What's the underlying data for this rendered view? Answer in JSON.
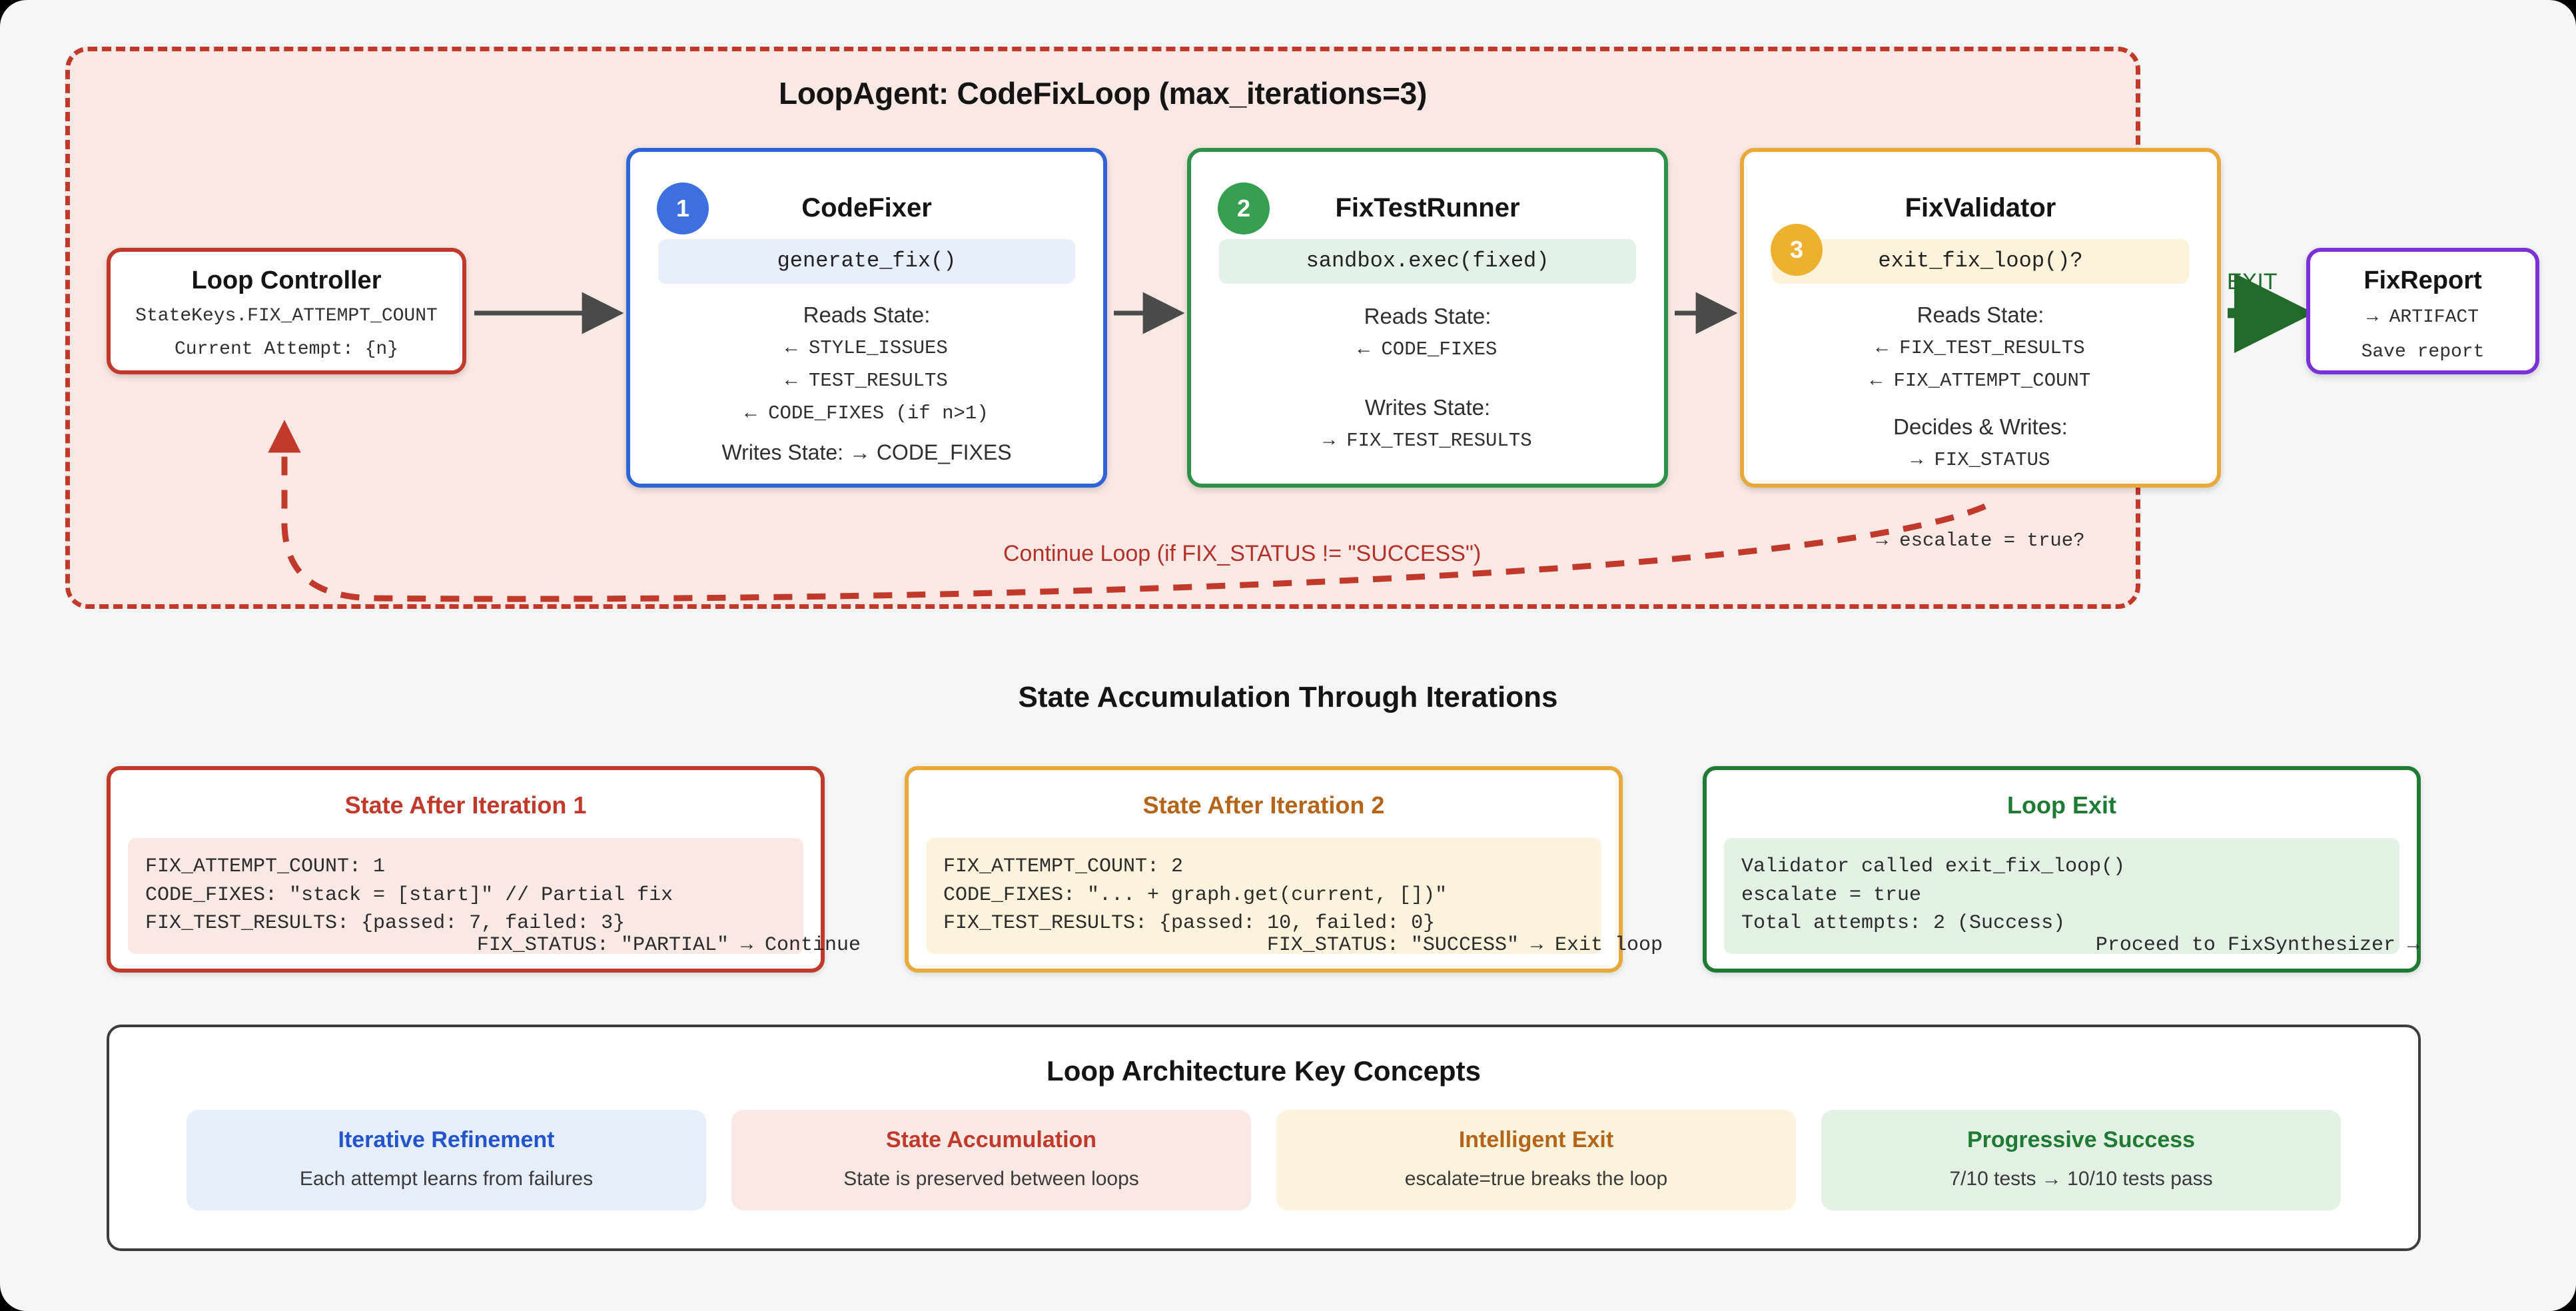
{
  "loop": {
    "title": "LoopAgent: CodeFixLoop (max_iterations=3)",
    "continue_label": "Continue Loop (if FIX_STATUS != \"SUCCESS\")",
    "exit_label": "EXIT"
  },
  "nodes": {
    "controller": {
      "title": "Loop Controller",
      "line1": "StateKeys.FIX_ATTEMPT_COUNT",
      "line2": "Current Attempt: {n}"
    },
    "code_fixer": {
      "badge": "1",
      "title": "CodeFixer",
      "code": "generate_fix()",
      "reads_label": "Reads State:",
      "reads": [
        "← STYLE_ISSUES",
        "← TEST_RESULTS",
        "← CODE_FIXES (if n>1)"
      ],
      "writes": "Writes State: → CODE_FIXES"
    },
    "fix_test_runner": {
      "badge": "2",
      "title": "FixTestRunner",
      "code": "sandbox.exec(fixed)",
      "reads_label": "Reads State:",
      "reads": [
        "← CODE_FIXES"
      ],
      "writes_label": "Writes State:",
      "writes": [
        "→ FIX_TEST_RESULTS"
      ]
    },
    "fix_validator": {
      "badge": "3",
      "title": "FixValidator",
      "code": "exit_fix_loop()?",
      "reads_label": "Reads State:",
      "reads": [
        "← FIX_TEST_RESULTS",
        "← FIX_ATTEMPT_COUNT"
      ],
      "writes_label": "Decides & Writes:",
      "writes": [
        "→ FIX_STATUS"
      ],
      "overflow_line": "→ escalate = true?"
    },
    "fix_report": {
      "title": "FixReport",
      "line1": "→ ARTIFACT",
      "line2": "Save report"
    }
  },
  "state_section": {
    "title": "State Accumulation Through Iterations",
    "cards": [
      {
        "title": "State After Iteration 1",
        "lines": [
          "FIX_ATTEMPT_COUNT: 1",
          "CODE_FIXES: \"stack = [start]\" // Partial fix",
          "FIX_TEST_RESULTS: {passed: 7, failed: 3}"
        ],
        "footer": "FIX_STATUS: \"PARTIAL\" → Continue"
      },
      {
        "title": "State After Iteration 2",
        "lines": [
          "FIX_ATTEMPT_COUNT: 2",
          "CODE_FIXES: \"... + graph.get(current, [])\"",
          "FIX_TEST_RESULTS: {passed: 10, failed: 0}"
        ],
        "footer": "FIX_STATUS: \"SUCCESS\" → Exit loop"
      },
      {
        "title": "Loop Exit",
        "lines": [
          "Validator called exit_fix_loop()",
          "escalate = true",
          "Total attempts: 2 (Success)"
        ],
        "footer": "Proceed to FixSynthesizer →"
      }
    ]
  },
  "key_concepts": {
    "title": "Loop Architecture Key Concepts",
    "cards": [
      {
        "title": "Iterative Refinement",
        "desc": "Each attempt learns from failures"
      },
      {
        "title": "State Accumulation",
        "desc": "State is preserved between loops"
      },
      {
        "title": "Intelligent Exit",
        "desc": "escalate=true breaks the loop"
      },
      {
        "title": "Progressive Success",
        "desc": "7/10 tests → 10/10 tests pass"
      }
    ]
  },
  "colors": {
    "loop_border": "#c0392b",
    "loop_fill": "#fae8e4",
    "blue": "#2f63d8",
    "green": "#2e9148",
    "yellow": "#e8a93a",
    "purple": "#7b31d6",
    "arrow": "#4a4a4a",
    "exit_arrow": "#226b2b",
    "canvas": "#f4f6f8"
  }
}
